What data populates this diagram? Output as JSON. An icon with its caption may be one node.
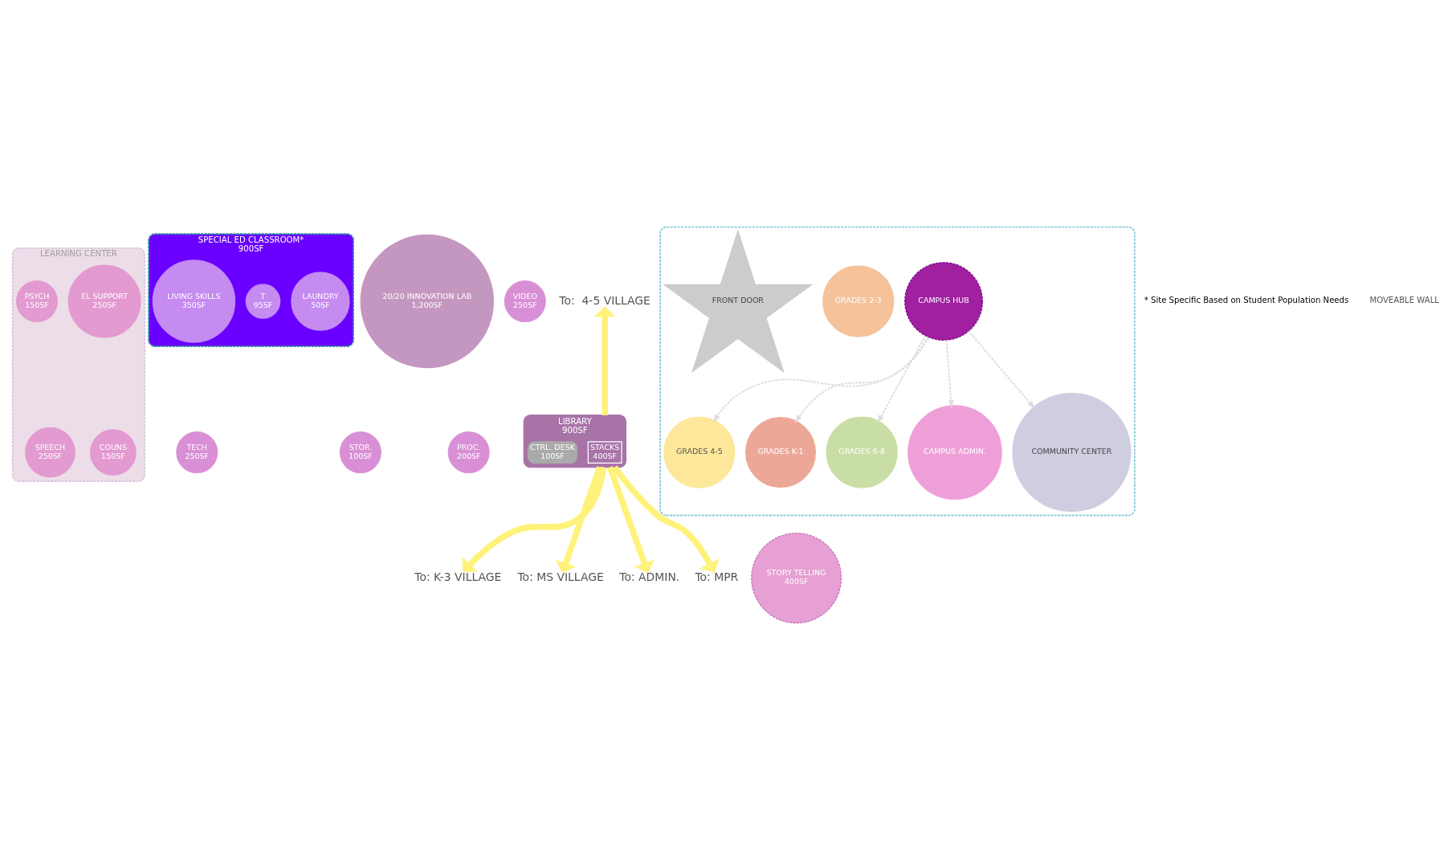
{
  "diagram": {
    "nodes": [
      {
        "text": [
          "LEARNING CENTER"
        ]
      },
      {
        "text": [
          "EL SUPPORT",
          "250SF"
        ],
        "in": 0
      },
      {
        "text": [
          "PSYCH",
          "150SF"
        ],
        "in": 0
      },
      {
        "text": [
          "COUNS",
          "150SF"
        ],
        "in": 0
      },
      {
        "text": [
          "SPEECH",
          "250SF"
        ],
        "in": 0
      },
      {
        "text": [
          "SPECIAL ED CLASSROOM*",
          "900SF"
        ]
      },
      {
        "text": [
          "LAUNDRY",
          "50SF"
        ],
        "in": 5
      },
      {
        "text": [
          "T",
          "95SF"
        ],
        "in": 5
      },
      {
        "text": [
          "LIVING SKILLS",
          "350SF"
        ],
        "in": 5
      },
      {
        "text": [
          "20/20 INNOVATION LAB",
          "1,200SF"
        ]
      },
      {
        "text": [
          "VIDEO",
          "250SF"
        ]
      },
      {
        "text": [
          "TECH",
          "250SF"
        ]
      },
      {
        "text": [
          "STOR.",
          "100SF"
        ]
      },
      {
        "text": [
          "PROC.",
          "200SF"
        ]
      },
      {
        "text": [
          "LIBRARY",
          "900SF"
        ]
      },
      {
        "text": [
          "STACKS",
          "400SF"
        ],
        "in": 14
      },
      {
        "text": [
          "CTRL. DESK",
          "100SF"
        ],
        "in": 14
      },
      {
        "text": [
          "STORY TELLING",
          "400SF"
        ]
      },
      {
        "text": [
          "To:  4-5 VILLAGE"
        ]
      },
      {
        "text": [
          "To: K-3 VILLAGE"
        ]
      },
      {
        "text": [
          "To: MS VILLAGE"
        ]
      },
      {
        "text": [
          "To: ADMIN."
        ]
      },
      {
        "text": [
          "To: MPR"
        ]
      },
      {
        "text": [],
        "shape": "box"
      },
      {
        "text": [
          "CAMPUS HUB"
        ],
        "in": 23
      },
      {
        "text": [
          "GRADES 4-5"
        ],
        "in": 23
      },
      {
        "text": [
          "GRADES K-1"
        ],
        "in": 23
      },
      {
        "text": [
          "GRADES 2-3"
        ],
        "in": 23
      },
      {
        "text": [
          "GRADES 6-8"
        ],
        "in": 23
      },
      {
        "text": [
          "CAMPUS ADMIN."
        ],
        "in": 23
      },
      {
        "text": [
          "COMMUNITY CENTER"
        ],
        "in": 23
      },
      {
        "text": [
          "FRONT DOOR"
        ],
        "in": 23
      }
    ],
    "edges": [
      {
        "from": 14,
        "to": 18,
        "arrow": "to",
        "style": "thick",
        "color": "#fff27a"
      },
      {
        "from": 14,
        "to": 19,
        "arrow": "to",
        "style": "thick",
        "color": "#fff27a"
      },
      {
        "from": 14,
        "to": 20,
        "arrow": "to",
        "style": "thick",
        "color": "#fff27a"
      },
      {
        "from": 14,
        "to": 21,
        "arrow": "to",
        "style": "thick",
        "color": "#fff27a"
      },
      {
        "from": 14,
        "to": 22,
        "arrow": "to",
        "style": "thick",
        "color": "#fff27a"
      },
      {
        "from": 24,
        "to": 25,
        "arrow": "to",
        "style": "dashed",
        "color": "#dddddd"
      },
      {
        "from": 24,
        "to": 26,
        "arrow": "to",
        "style": "dashed",
        "color": "#dddddd"
      },
      {
        "from": 24,
        "to": 28,
        "arrow": "to",
        "style": "dashed",
        "color": "#dddddd"
      },
      {
        "from": 24,
        "to": 29,
        "arrow": "to",
        "style": "dashed",
        "color": "#dddddd"
      },
      {
        "from": 24,
        "to": 30,
        "arrow": "to",
        "style": "dashed",
        "color": "#dddddd"
      }
    ],
    "labels": [
      "* Site Specific Based on Student Population Needs"
    ],
    "legend": [
      {
        "text": "MOVEABLE WALL"
      }
    ]
  }
}
